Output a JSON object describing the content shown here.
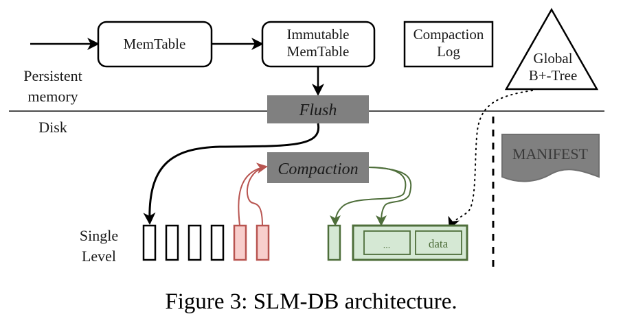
{
  "diagram": {
    "nodes": {
      "memtable": "MemTable",
      "immutable_line1": "Immutable",
      "immutable_line2": "MemTable",
      "compaction_log_line1": "Compaction",
      "compaction_log_line2": "Log",
      "btree_line1": "Global",
      "btree_line2": "B+-Tree",
      "flush": "Flush",
      "compaction": "Compaction",
      "manifest": "MANIFEST",
      "ellipsis": "...",
      "data": "data"
    },
    "labels": {
      "persistent_line1": "Persistent",
      "persistent_line2": "memory",
      "disk": "Disk",
      "single_line1": "Single",
      "single_line2": "Level"
    },
    "colors": {
      "gray_box": "#808080",
      "red_stroke": "#b85450",
      "red_fill": "#f8cecc",
      "green_stroke": "#4e6e3a",
      "green_fill": "#d5e8d4"
    }
  },
  "caption": "Figure 3: SLM-DB architecture."
}
